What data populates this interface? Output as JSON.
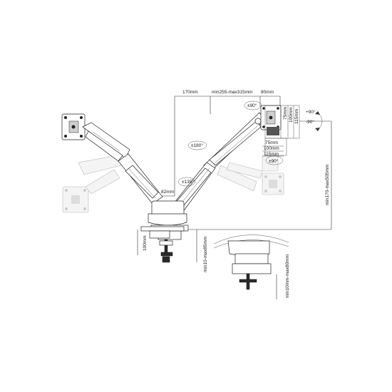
{
  "labels": {
    "d170": "170mm",
    "dreach": "min255-max315mm",
    "d80": "80mm",
    "tilt_pos": "+90°",
    "tilt_neg": "-90°",
    "v75": "75mm",
    "v100": "100mm",
    "v115": "115mm",
    "h75": "75mm",
    "h100": "100mm",
    "h115": "115mm",
    "swivel_top": "±90°",
    "swivel_bottom": "±90°",
    "rot180": "±180°",
    "rot135": "±135°",
    "d82": "82mm",
    "height": "min170-max505mm",
    "clamp_h": "100mm",
    "clamp_range": "min10-max85mm",
    "grommet_range": "min10mm-max80mm"
  }
}
